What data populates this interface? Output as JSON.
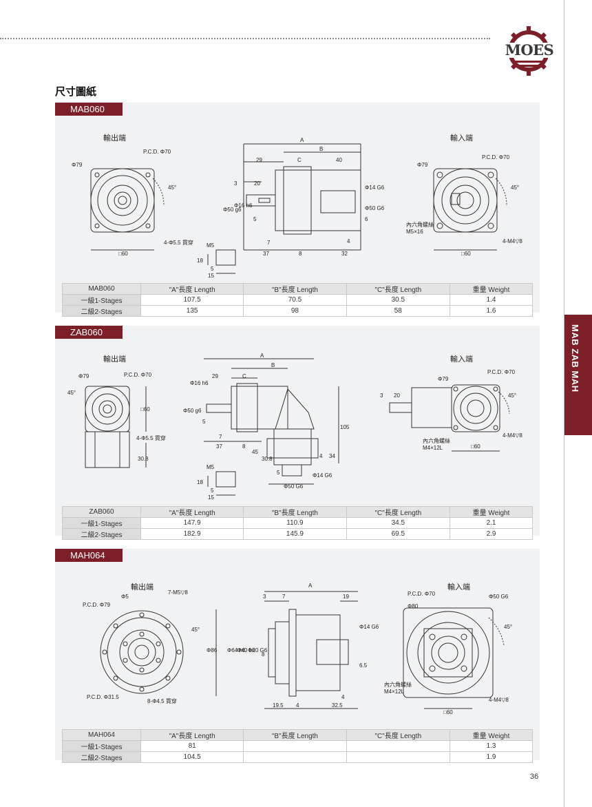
{
  "header": {
    "logo_text": "MOES"
  },
  "page_title": "尺寸圖紙",
  "side_tab": "MAB ZAB MAH",
  "page_number": "36",
  "sections": [
    {
      "tab": "MAB060",
      "output_label": "輸出端",
      "input_label": "輸入端",
      "dims": {
        "o_phi79": "Φ79",
        "o_pcd": "P.C.D. Φ70",
        "o_45": "45°",
        "o_holes": "4-Φ5.5 貫穿",
        "o_sq": "□60",
        "s_A": "A",
        "s_B": "B",
        "s_C": "C",
        "s_29": "29",
        "s_40": "40",
        "s_3": "3",
        "s_20": "20",
        "s_phi50g6": "Φ50 g6",
        "s_phi16h6": "Φ16 h6",
        "s_5": "5",
        "s_phi14g6": "Φ14 G6",
        "s_phi50G6": "Φ50 G6",
        "s_6": "6",
        "s_7": "7",
        "s_4": "4",
        "s_37": "37",
        "s_8": "8",
        "s_32": "32",
        "k_M5": "M5",
        "k_18": "18",
        "k_5": "5",
        "k_15": "15",
        "i_phi79": "Φ79",
        "i_pcd": "P.C.D. Φ70",
        "i_45": "45°",
        "i_screw1": "內六角螺絲",
        "i_screw2": "M5×16",
        "i_tap": "4-M4▽8",
        "i_sq": "□60"
      },
      "table": {
        "headers": [
          "MAB060",
          "\"A\"長度 Length",
          "\"B\"長度 Length",
          "\"C\"長度 Length",
          "重量 Weight"
        ],
        "rows": [
          [
            "一級1-Stages",
            "107.5",
            "70.5",
            "30.5",
            "1.4"
          ],
          [
            "二級2-Stages",
            "135",
            "98",
            "58",
            "1.6"
          ]
        ]
      }
    },
    {
      "tab": "ZAB060",
      "output_label": "輸出端",
      "input_label": "輸入端",
      "dims": {
        "o_phi79": "Φ79",
        "o_pcd": "P.C.D. Φ70",
        "o_45": "45°",
        "o_sq": "□60",
        "o_holes": "4-Φ5.5 貫穿",
        "o_308": "30.8",
        "s_A": "A",
        "s_B": "B",
        "s_C": "C",
        "s_29": "29",
        "s_phi16h6": "Φ16 h6",
        "s_phi50g6": "Φ50 g6",
        "s_5": "5",
        "s_7": "7",
        "s_37": "37",
        "s_8": "8",
        "s_105": "105",
        "s_45": "45",
        "s_308": "30.8",
        "s_4": "4",
        "s_34": "34",
        "s_5b": "5",
        "s_phi14G6": "Φ14 G6",
        "s_phi50G6": "Φ50 G6",
        "k_M5": "M5",
        "k_18": "18",
        "k_5": "5",
        "k_15": "15",
        "i_phi79": "Φ79",
        "i_pcd": "P.C.D. Φ70",
        "i_45": "45°",
        "i_3": "3",
        "i_20": "20",
        "i_tap": "4-M4▽8",
        "i_screw1": "內六角螺絲",
        "i_screw2": "M4×12L",
        "i_sq": "□60"
      },
      "table": {
        "headers": [
          "ZAB060",
          "\"A\"長度 Length",
          "\"B\"長度 Length",
          "\"C\"長度 Length",
          "重量 Weight"
        ],
        "rows": [
          [
            "一級1-Stages",
            "147.9",
            "110.9",
            "34.5",
            "2.1"
          ],
          [
            "二級2-Stages",
            "182.9",
            "145.9",
            "69.5",
            "2.9"
          ]
        ]
      }
    },
    {
      "tab": "MAH064",
      "output_label": "輸出端",
      "input_label": "輸入端",
      "dims": {
        "o_phi5": "Φ5",
        "o_tap": "7-M5▽8",
        "o_pcd79": "P.C.D. Φ79",
        "o_45": "45°",
        "o_pcd315": "P.C.D. Φ31.5",
        "o_holes": "8-Φ4.5 貫穿",
        "s_A": "A",
        "s_3": "3",
        "s_7": "7",
        "s_19": "19",
        "s_phi86": "Φ86",
        "s_phi64h6": "Φ64 h6",
        "s_phi40h6": "Φ40 h6",
        "s_phi20g6": "Φ20 G6",
        "s_8": "8",
        "s_phi14G6": "Φ14 G6",
        "s_65": "6.5",
        "s_4": "4",
        "s_195": "19.5",
        "s_4b": "4",
        "s_325": "32.5",
        "i_pcd": "P.C.D. Φ70",
        "i_phi50G6": "Φ50 G6",
        "i_phi80": "Φ80",
        "i_45": "45°",
        "i_screw1": "內六角螺絲",
        "i_screw2": "M4×12L",
        "i_tap": "4-M4▽8",
        "i_sq": "□60"
      },
      "table": {
        "headers": [
          "MAH064",
          "\"A\"長度 Length",
          "\"B\"長度 Length",
          "\"C\"長度 Length",
          "重量 Weight"
        ],
        "rows": [
          [
            "一級1-Stages",
            "81",
            "",
            "",
            "1.3"
          ],
          [
            "二級2-Stages",
            "104.5",
            "",
            "",
            "1.9"
          ]
        ]
      }
    }
  ],
  "colors": {
    "accent": "#7d1f28",
    "panel": "#f1f2f4"
  }
}
